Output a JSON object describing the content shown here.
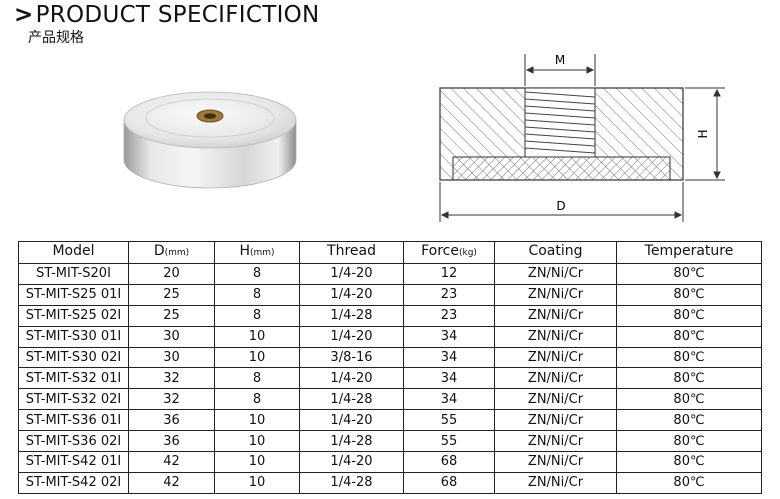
{
  "header": {
    "arrow": ">",
    "title": "PRODUCT SPECIFICTION",
    "subtitle": "产品规格"
  },
  "drawing": {
    "dim_m": "M",
    "dim_h": "H",
    "dim_d": "D"
  },
  "table": {
    "columns": [
      {
        "label": "Model",
        "unit": ""
      },
      {
        "label": "D",
        "unit": "(mm)"
      },
      {
        "label": "H",
        "unit": "(mm)"
      },
      {
        "label": "Thread",
        "unit": ""
      },
      {
        "label": "Force",
        "unit": "(kg)"
      },
      {
        "label": "Coating",
        "unit": ""
      },
      {
        "label": "Temperature",
        "unit": ""
      }
    ],
    "rows": [
      [
        "ST-MIT-S20I",
        "20",
        "8",
        "1/4-20",
        "12",
        "ZN/Ni/Cr",
        "80℃"
      ],
      [
        "ST-MIT-S25 01I",
        "25",
        "8",
        "1/4-20",
        "23",
        "ZN/Ni/Cr",
        "80℃"
      ],
      [
        "ST-MIT-S25 02I",
        "25",
        "8",
        "1/4-28",
        "23",
        "ZN/Ni/Cr",
        "80℃"
      ],
      [
        "ST-MIT-S30 01I",
        "30",
        "10",
        "1/4-20",
        "34",
        "ZN/Ni/Cr",
        "80℃"
      ],
      [
        "ST-MIT-S30 02I",
        "30",
        "10",
        "3/8-16",
        "34",
        "ZN/Ni/Cr",
        "80℃"
      ],
      [
        "ST-MIT-S32 01I",
        "32",
        "8",
        "1/4-20",
        "34",
        "ZN/Ni/Cr",
        "80℃"
      ],
      [
        "ST-MIT-S32 02I",
        "32",
        "8",
        "1/4-28",
        "34",
        "ZN/Ni/Cr",
        "80℃"
      ],
      [
        "ST-MIT-S36 01I",
        "36",
        "10",
        "1/4-20",
        "55",
        "ZN/Ni/Cr",
        "80℃"
      ],
      [
        "ST-MIT-S36 02I",
        "36",
        "10",
        "1/4-28",
        "55",
        "ZN/Ni/Cr",
        "80℃"
      ],
      [
        "ST-MIT-S42 01I",
        "42",
        "10",
        "1/4-20",
        "68",
        "ZN/Ni/Cr",
        "80℃"
      ],
      [
        "ST-MIT-S42 02I",
        "42",
        "10",
        "1/4-28",
        "68",
        "ZN/Ni/Cr",
        "80℃"
      ]
    ]
  }
}
